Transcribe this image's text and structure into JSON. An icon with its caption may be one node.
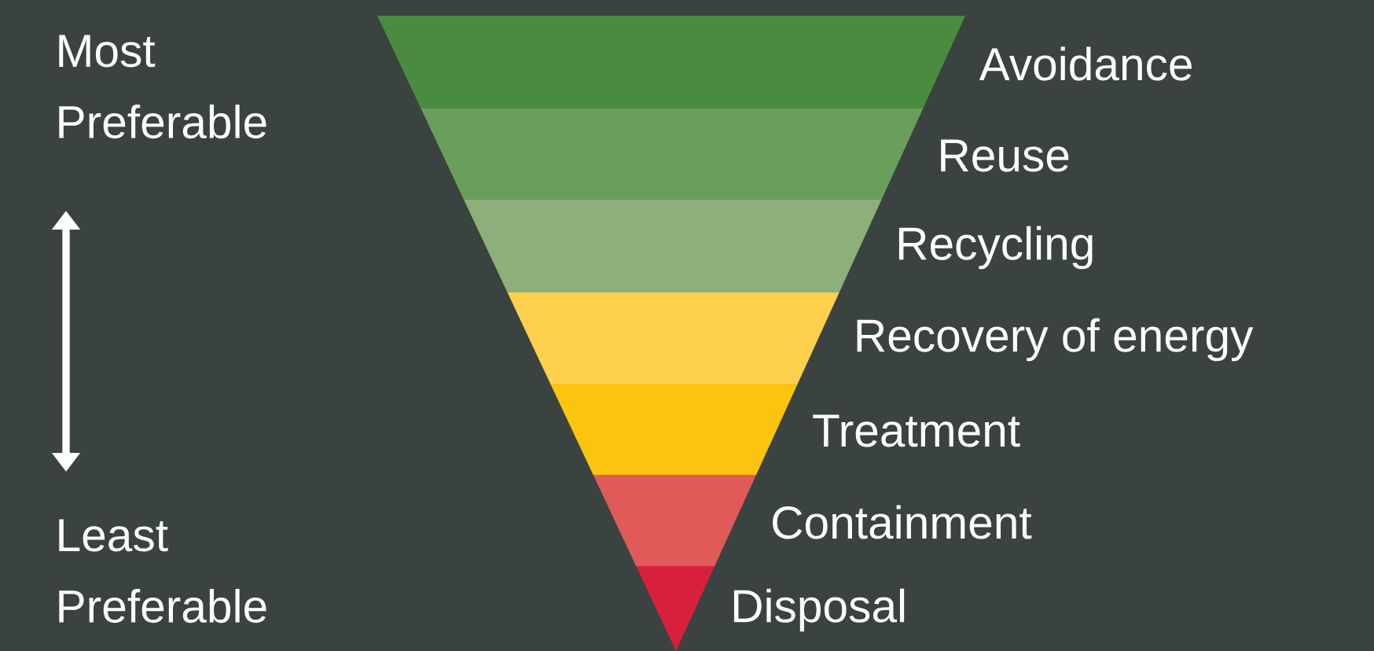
{
  "diagram": {
    "nodes": [
      {
        "text": [],
        "shape": "band",
        "beside": [
          "Avoidance"
        ]
      },
      {
        "text": [],
        "shape": "band",
        "beside": [
          "Reuse"
        ]
      },
      {
        "text": [],
        "shape": "band",
        "beside": [
          "Recycling"
        ]
      },
      {
        "text": [],
        "shape": "band",
        "beside": [
          "Recovery of energy"
        ]
      },
      {
        "text": [],
        "shape": "band",
        "beside": [
          "Treatment"
        ]
      },
      {
        "text": [],
        "shape": "band",
        "beside": [
          "Containment"
        ]
      },
      {
        "text": [],
        "shape": "band",
        "beside": [
          "Disposal"
        ]
      }
    ],
    "labels": [
      "Most Preferable",
      "Least Preferable"
    ]
  }
}
